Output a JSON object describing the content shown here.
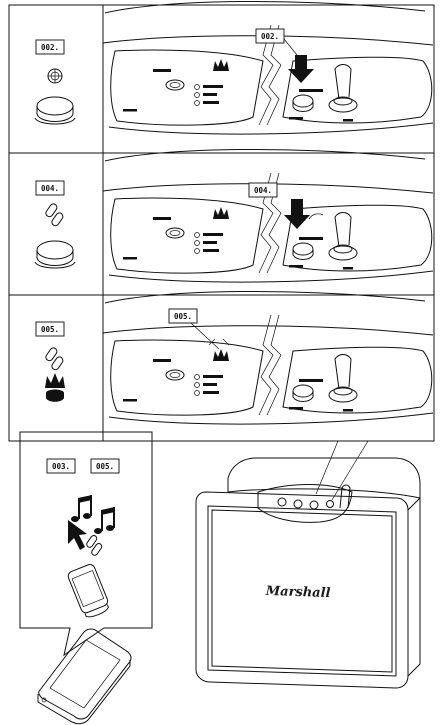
{
  "steps": [
    {
      "label": "002.",
      "callout": "002."
    },
    {
      "label": "004.",
      "callout": "004."
    },
    {
      "label": "005.",
      "callout": "005."
    }
  ],
  "phone_panel": {
    "labels": [
      "003.",
      "005."
    ]
  },
  "speaker": {
    "brand": "Marshall"
  },
  "colors": {
    "line": "#111111",
    "background": "#ffffff",
    "tag_border": "#222222"
  },
  "icons": {
    "step1": [
      "target-button-icon",
      "round-push-button-icon"
    ],
    "step2": [
      "chain-link-icon",
      "round-push-button-icon"
    ],
    "step3": [
      "chain-link-icon",
      "crown-led-icon"
    ],
    "phone_panel": [
      "music-notes-icon",
      "pointer-arrow-icon",
      "chain-link-icon",
      "smartphone-icon"
    ]
  }
}
